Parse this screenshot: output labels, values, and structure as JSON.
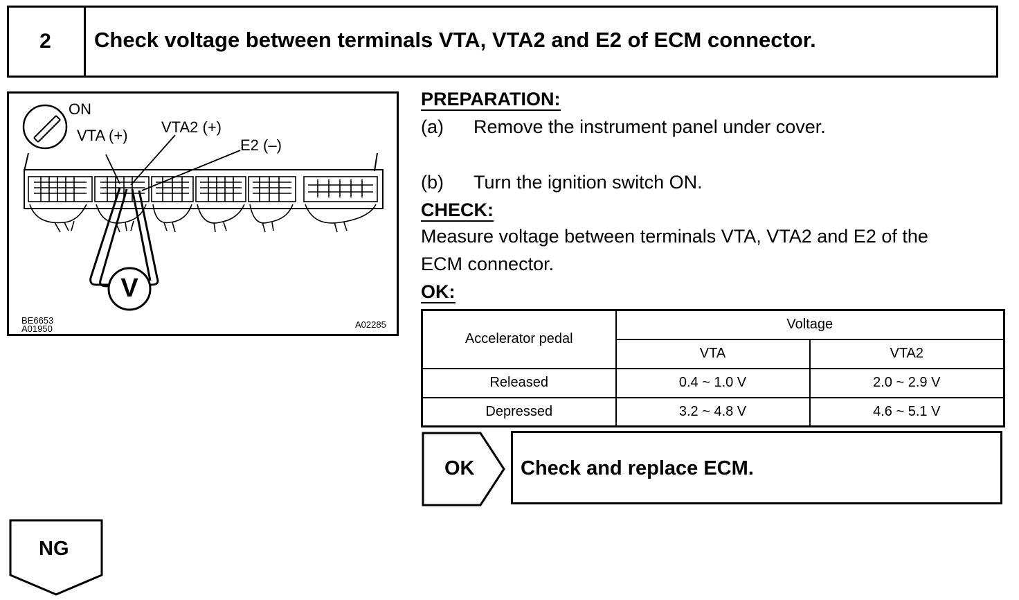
{
  "step": {
    "number": "2",
    "title": "Check voltage between terminals VTA, VTA2 and E2 of ECM connector."
  },
  "figure": {
    "ignition_label": "ON",
    "label_vta": "VTA (+)",
    "label_vta2": "VTA2 (+)",
    "label_e2": "E2 (–)",
    "meter_symbol": "V",
    "code_1": "BE6653",
    "code_2": "A01950",
    "code_3": "A02285"
  },
  "preparation": {
    "heading": "PREPARATION:",
    "step_a_marker": "(a)",
    "step_a_text": "Remove the instrument panel under cover.",
    "step_b_marker": "(b)",
    "step_b_text": "Turn the ignition switch ON."
  },
  "check": {
    "heading": "CHECK:",
    "line_1": "Measure voltage between terminals VTA, VTA2 and E2 of the",
    "line_2": "ECM connector."
  },
  "ok_spec": {
    "heading": "OK:",
    "table": {
      "header_pedal": "Accelerator pedal",
      "header_voltage": "Voltage",
      "header_vta": "VTA",
      "header_vta2": "VTA2",
      "rows": [
        {
          "pedal": "Released",
          "vta": "0.4 ~ 1.0 V",
          "vta2": "2.0 ~ 2.9 V"
        },
        {
          "pedal": "Depressed",
          "vta": "3.2 ~ 4.8 V",
          "vta2": "4.6 ~ 5.1 V"
        }
      ]
    }
  },
  "results": {
    "ok_label": "OK",
    "ok_action": "Check and replace ECM.",
    "ng_label": "NG"
  }
}
